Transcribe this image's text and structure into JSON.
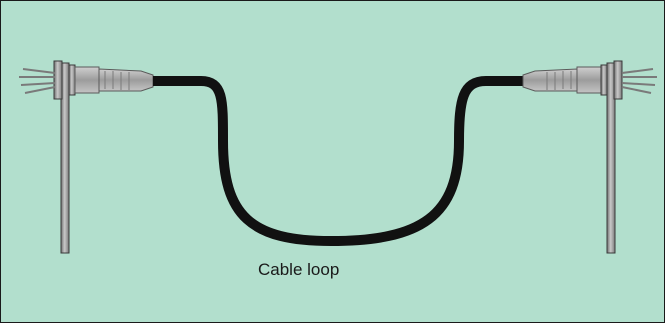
{
  "figure": {
    "caption": "Cable loop",
    "colors": {
      "background": "#b2dfcd",
      "border": "#1a1a1a",
      "cable": "#111111",
      "post": "#9a9a9a",
      "connector": "#a8a8a8",
      "wire": "#7a7a7a"
    }
  },
  "elements": {
    "left_post": "post-left",
    "right_post": "post-right",
    "left_connector": "rj45-plug-left",
    "right_connector": "rj45-plug-right",
    "cable": "cable-loop"
  }
}
